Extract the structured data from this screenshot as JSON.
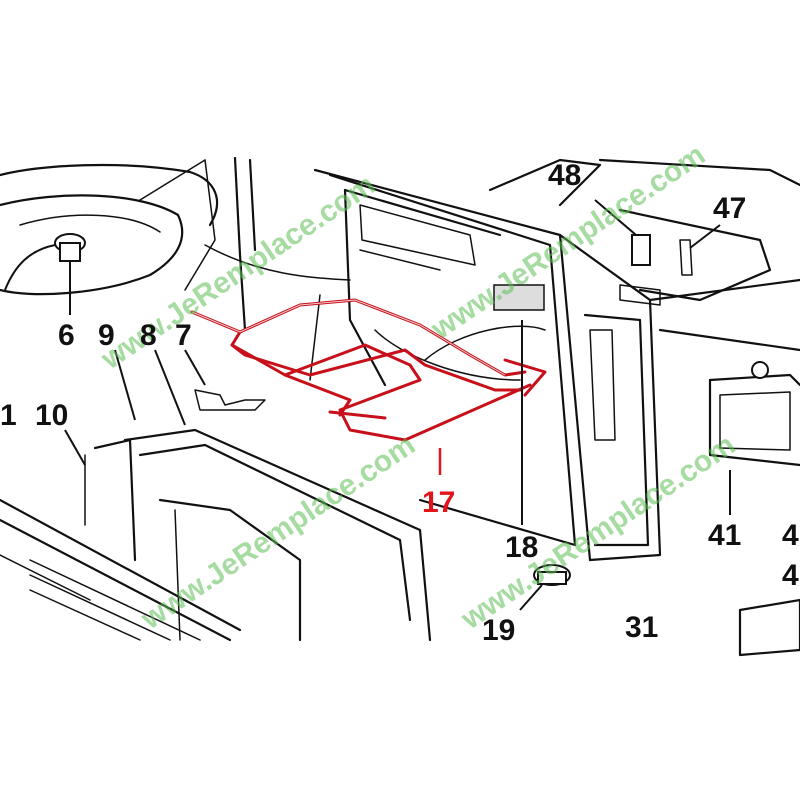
{
  "callouts": [
    {
      "id": "part-6",
      "label": "6"
    },
    {
      "id": "part-9",
      "label": "9"
    },
    {
      "id": "part-8",
      "label": "8"
    },
    {
      "id": "part-7",
      "label": "7"
    },
    {
      "id": "part-1",
      "label": "1"
    },
    {
      "id": "part-10",
      "label": "10"
    },
    {
      "id": "part-48",
      "label": "48"
    },
    {
      "id": "part-47",
      "label": "47"
    },
    {
      "id": "part-17",
      "label": "17"
    },
    {
      "id": "part-18",
      "label": "18"
    },
    {
      "id": "part-41",
      "label": "41"
    },
    {
      "id": "part-4a",
      "label": "4"
    },
    {
      "id": "part-4b",
      "label": "4"
    },
    {
      "id": "part-19",
      "label": "19"
    },
    {
      "id": "part-31",
      "label": "31"
    }
  ],
  "highlight_color": "#e0141a",
  "watermark": {
    "text": "www.JeRemplace.com",
    "color": "#5fbf55"
  }
}
